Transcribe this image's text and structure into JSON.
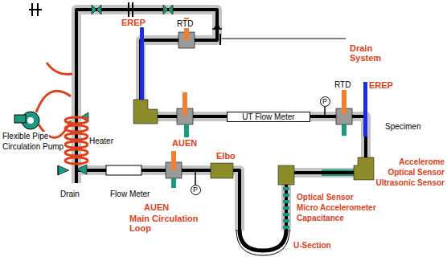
{
  "diagram": {
    "nodes": [
      {
        "text": [
          "UT Flow Meter"
        ]
      },
      {
        "text": [
          "P"
        ]
      },
      {
        "text": [
          "P"
        ]
      }
    ],
    "labels": [
      "EREP",
      "RTD",
      "Drain System",
      "RTD",
      "EREP",
      "Specimen",
      "AUEN",
      "Flexible Pipe",
      "Circulation Pump",
      "Heater",
      "Drain",
      "Flow Meter",
      "AUEN",
      "Elbo",
      "Main Circulation Loop",
      "Accelerome",
      "Optical Sensor",
      "Ultrasonic Sensor",
      "Optical Sensor",
      "Micro Accelerometer",
      "Capacitance",
      "U-Section"
    ]
  }
}
